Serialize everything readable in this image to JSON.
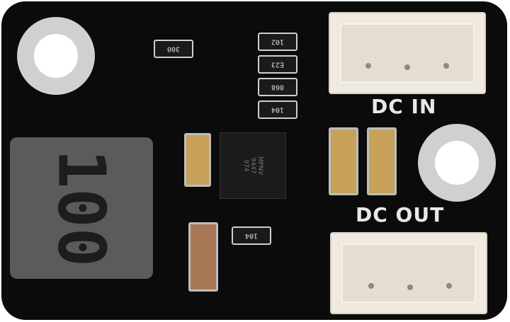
{
  "board": {
    "input_label": "DC IN",
    "output_label": "DC OUT",
    "inductor_marking": "100",
    "ic_marking": "MPNV\n9447\n974",
    "resistors": [
      "102",
      "E23",
      "868",
      "104",
      "300",
      "104"
    ],
    "colors": {
      "pcb": "#0b0b0c",
      "connector": "#efe9df",
      "silkscreen": "#e8e8e8",
      "capacitor": "#c7a15a"
    }
  }
}
